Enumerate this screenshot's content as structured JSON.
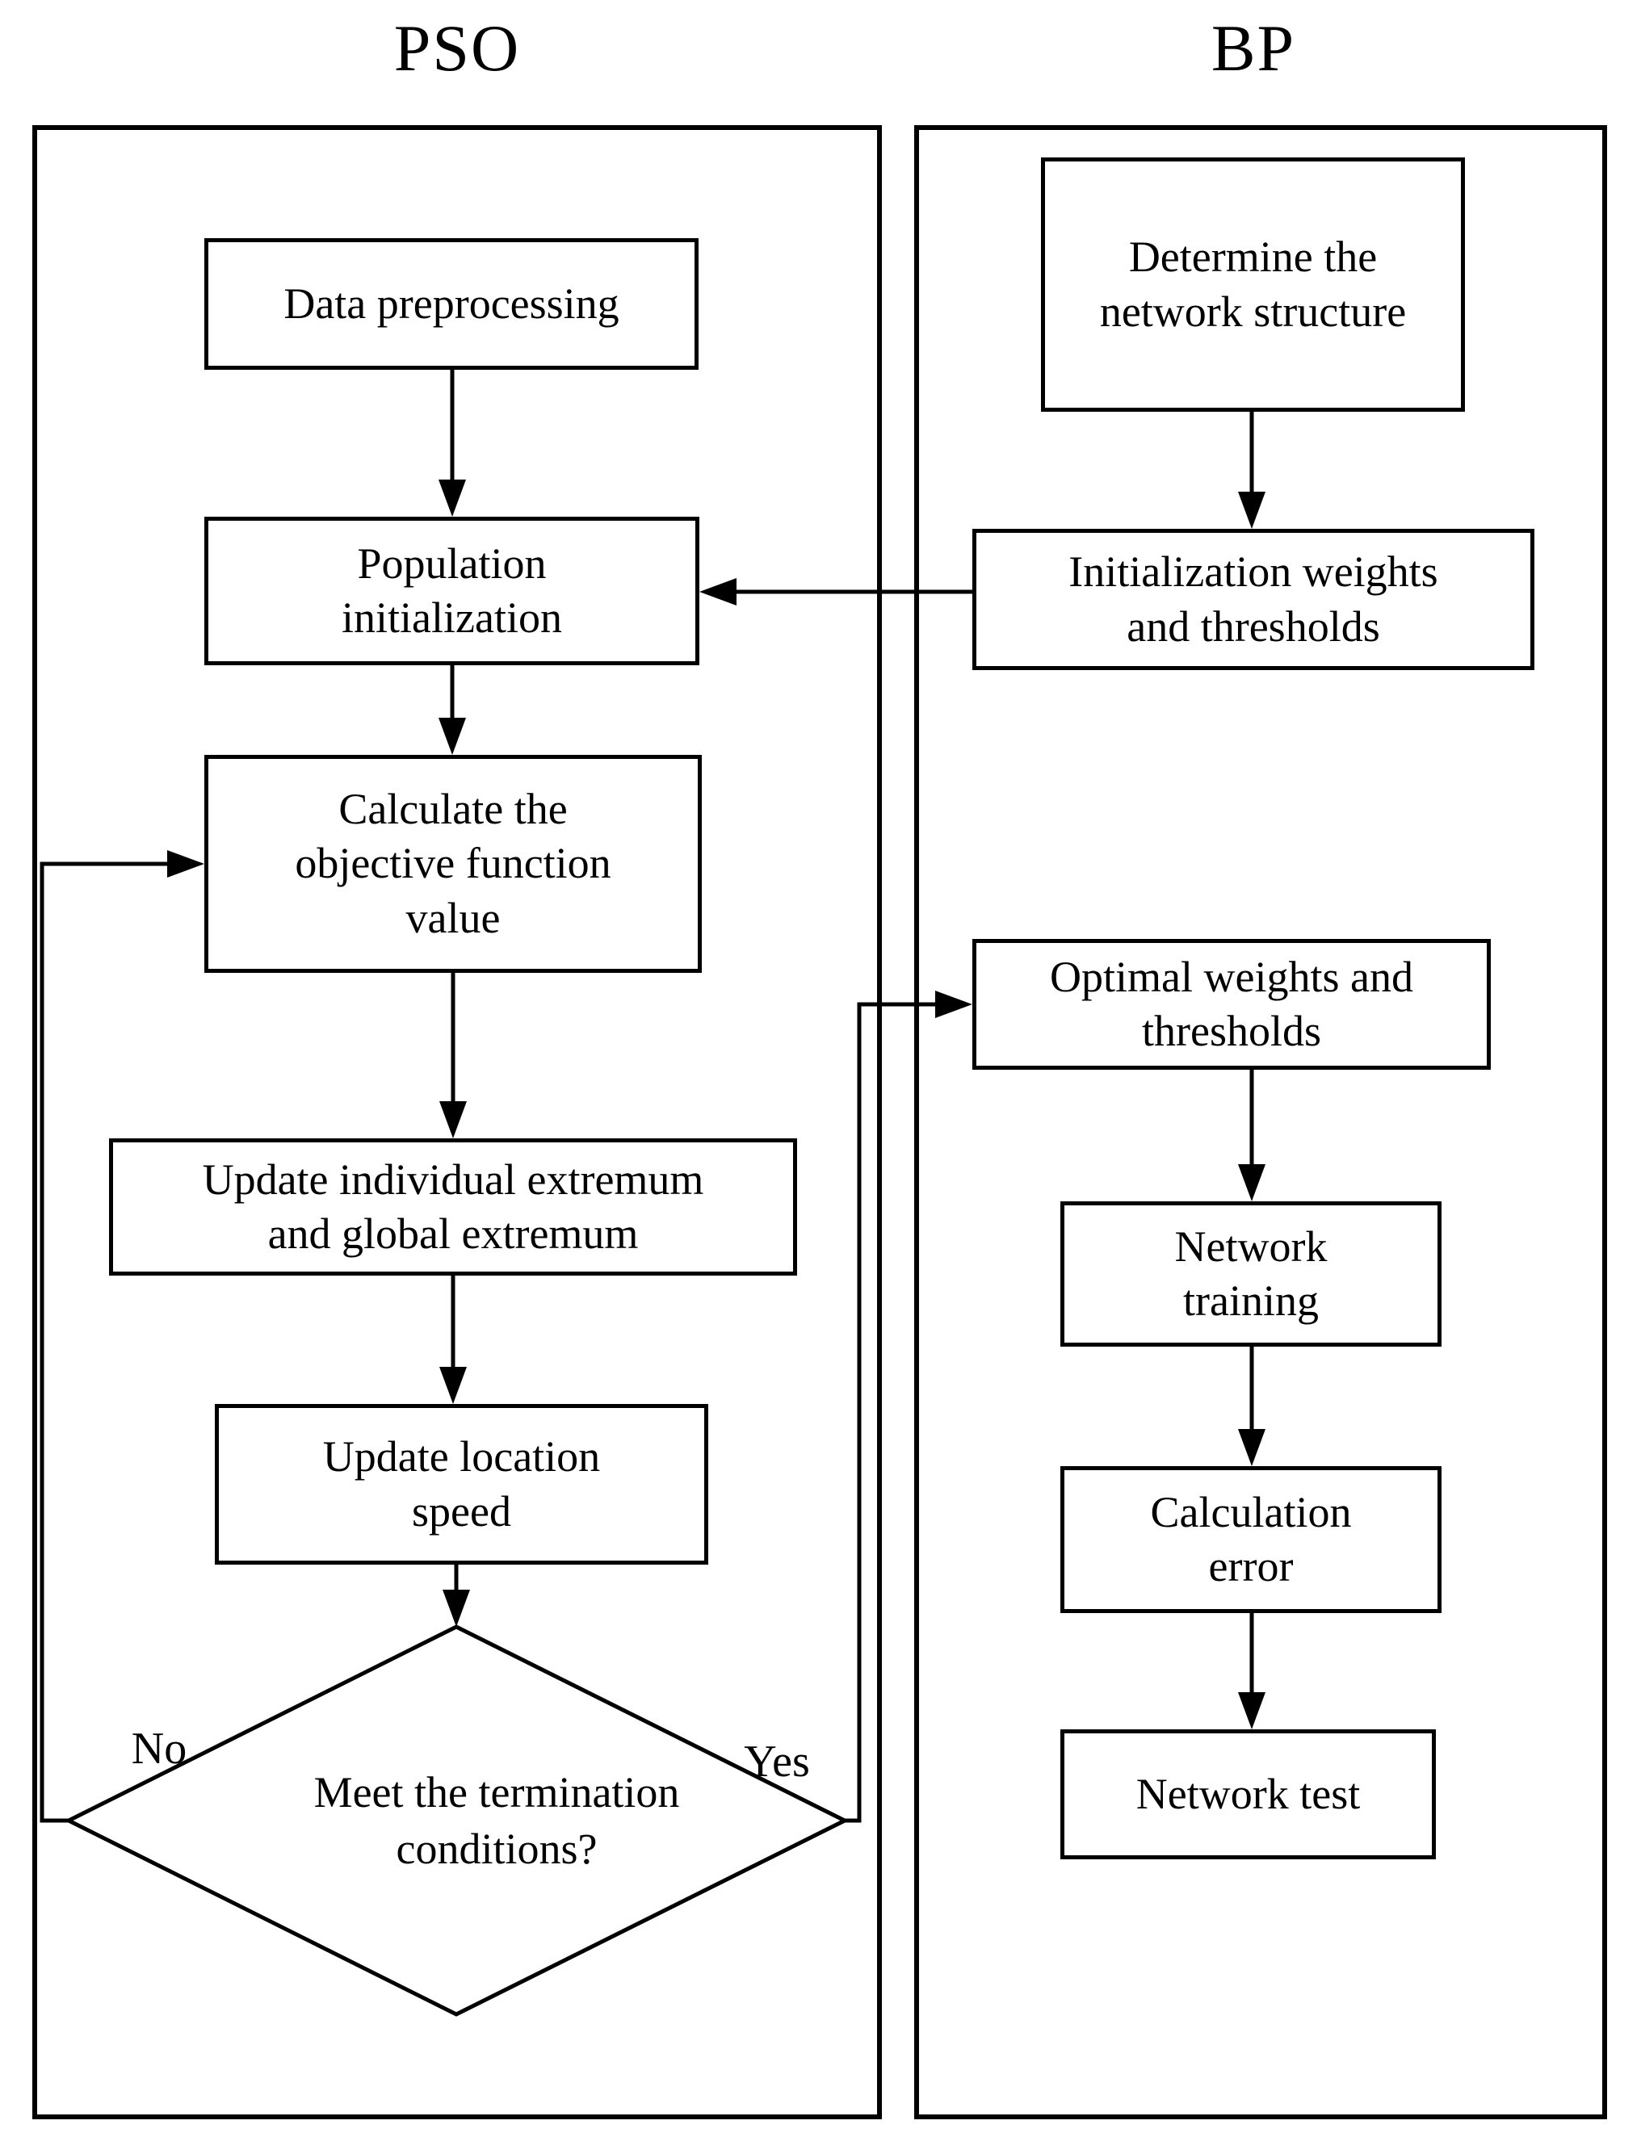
{
  "diagram": {
    "background_color": "#ffffff",
    "line_color": "#000000",
    "pso_column": {
      "title": "PSO",
      "nodes": {
        "data_preprocessing": "Data preprocessing",
        "population_initialization": "Population\ninitialization",
        "calculate_objective": "Calculate the\nobjective function\nvalue",
        "update_extremum": "Update individual extremum\nand global extremum",
        "update_location_speed": "Update location\nspeed",
        "termination_decision": "Meet the termination\nconditions?"
      },
      "edge_labels": {
        "no": "No",
        "yes": "Yes"
      }
    },
    "bp_column": {
      "title": "BP",
      "nodes": {
        "determine_structure": "Determine the\nnetwork structure",
        "initialization_weights": "Initialization weights\nand thresholds",
        "optimal_weights": "Optimal weights and\nthresholds",
        "network_training": "Network\ntraining",
        "calculation_error": "Calculation\nerror",
        "network_test": "Network test"
      }
    }
  }
}
